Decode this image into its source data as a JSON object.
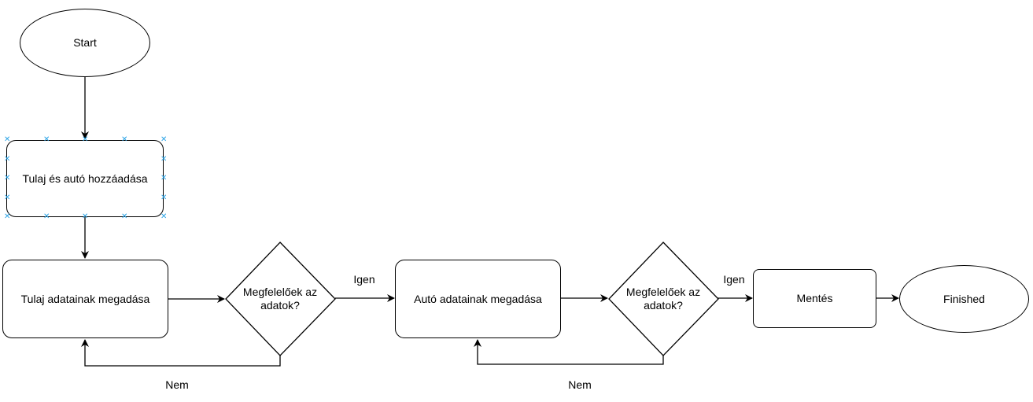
{
  "nodes": {
    "start": "Start",
    "add_owner_car": "Tulaj és autó hozzáadása",
    "owner_data": "Tulaj adatainak megadása",
    "check1": "Megfelelőek az adatok?",
    "car_data": "Autó adatainak megadása",
    "check2": "Megfelelőek az adatok?",
    "save": "Mentés",
    "finished": "Finished"
  },
  "edges": {
    "yes1": "Igen",
    "yes2": "Igen",
    "no1": "Nem",
    "no2": "Nem"
  },
  "colors": {
    "stroke": "#000000",
    "selection_handles": "#29a3e6"
  }
}
